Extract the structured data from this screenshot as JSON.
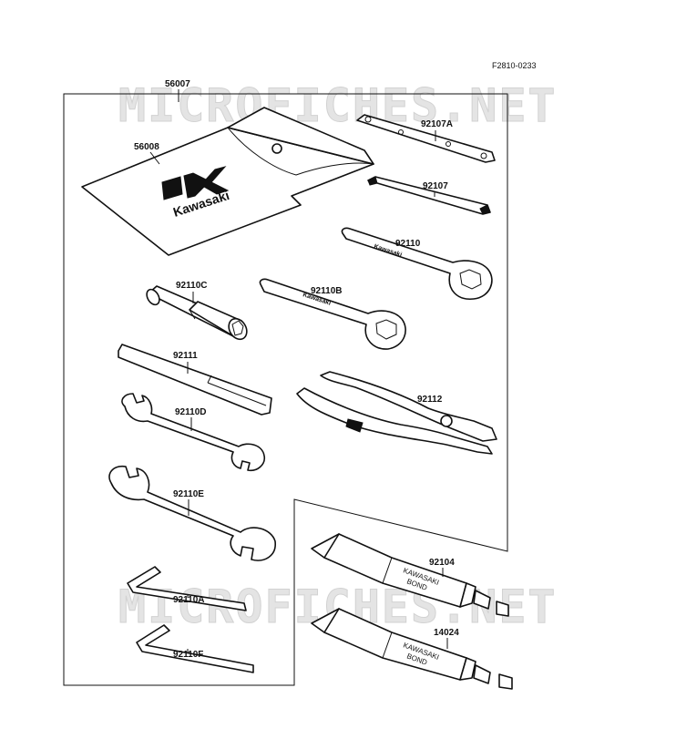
{
  "figure_code": "F2810-0233",
  "watermark": "MICROFICHES.NET",
  "parts": {
    "kit": "56007",
    "pouch": "56008",
    "wrench_92107A": "92107A",
    "wrench_92107": "92107",
    "wrench_92110": "92110",
    "wrench_92110B": "92110B",
    "wrench_92110C": "92110C",
    "handle_92111": "92111",
    "pliers_92112": "92112",
    "wrench_92110D": "92110D",
    "wrench_92110E": "92110E",
    "hexkey_92110A": "92110A",
    "hexkey_92110F": "92110F",
    "bond_92104": "92104",
    "bond_14024": "14024"
  },
  "logo_text": "Kawasaki",
  "tube_text": {
    "line1": "KAWASAKI",
    "line2": "BOND"
  }
}
